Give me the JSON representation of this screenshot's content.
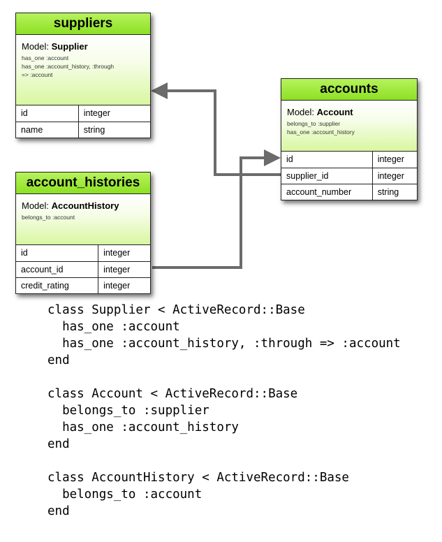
{
  "tables": {
    "suppliers": {
      "title": "suppliers",
      "model_prefix": "Model: ",
      "model": "Supplier",
      "associations": [
        "has_one :account",
        "has_one :account_history, :through",
        "=> :account"
      ],
      "columns": [
        {
          "name": "id",
          "type": "integer"
        },
        {
          "name": "name",
          "type": "string"
        }
      ]
    },
    "accounts": {
      "title": "accounts",
      "model_prefix": "Model: ",
      "model": "Account",
      "associations": [
        "belongs_to :supplier",
        "has_one :account_history"
      ],
      "columns": [
        {
          "name": "id",
          "type": "integer"
        },
        {
          "name": "supplier_id",
          "type": "integer"
        },
        {
          "name": "account_number",
          "type": "string"
        }
      ]
    },
    "account_histories": {
      "title": "account_histories",
      "model_prefix": "Model: ",
      "model": "AccountHistory",
      "associations": [
        "belongs_to :account"
      ],
      "columns": [
        {
          "name": "id",
          "type": "integer"
        },
        {
          "name": "account_id",
          "type": "integer"
        },
        {
          "name": "credit_rating",
          "type": "integer"
        }
      ]
    }
  },
  "code_lines": [
    "class Supplier < ActiveRecord::Base",
    "  has_one :account",
    "  has_one :account_history, :through => :account",
    "end",
    "",
    "class Account < ActiveRecord::Base",
    "  belongs_to :supplier",
    "  has_one :account_history",
    "end",
    "",
    "class AccountHistory < ActiveRecord::Base",
    "  belongs_to :account",
    "end"
  ],
  "colors": {
    "header_green": "#9be83a",
    "connector": "#6b6b6b"
  }
}
